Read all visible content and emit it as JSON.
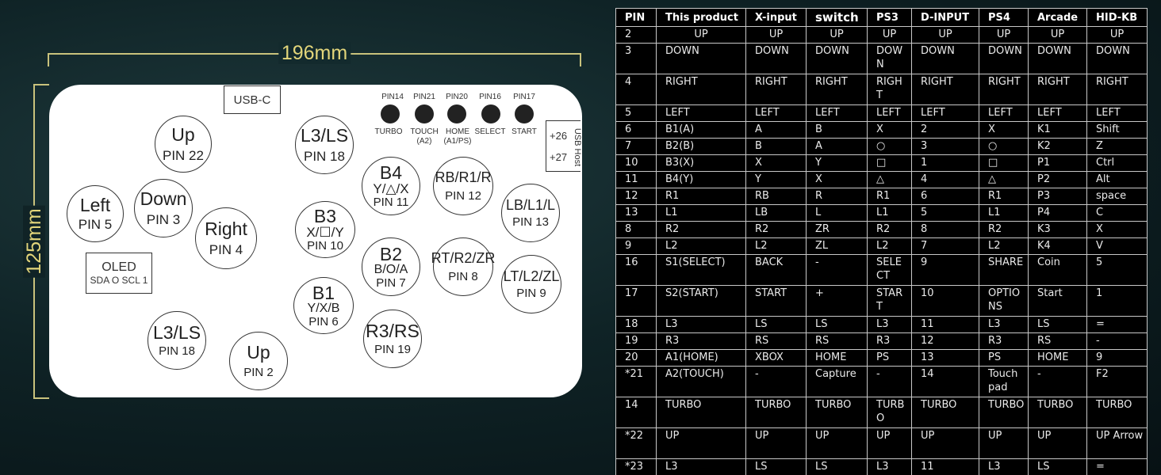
{
  "dimensions": {
    "width": "196mm",
    "height": "125mm"
  },
  "board": {
    "usb_c": "USB-C",
    "usb_host": "USB Host",
    "plus26": "+26",
    "plus27": "+27",
    "oled_title": "OLED",
    "oled_sub": "SDA O SCL 1",
    "top_buttons": [
      {
        "pin": "PIN14",
        "label": "TURBO",
        "sub": ""
      },
      {
        "pin": "PIN21",
        "label": "TOUCH",
        "sub": "(A2)"
      },
      {
        "pin": "PIN20",
        "label": "HOME",
        "sub": "(A1/PS)"
      },
      {
        "pin": "PIN16",
        "label": "SELECT",
        "sub": ""
      },
      {
        "pin": "PIN17",
        "label": "START",
        "sub": ""
      }
    ],
    "buttons": {
      "up_top": {
        "name": "Up",
        "pin": "PIN 22"
      },
      "left": {
        "name": "Left",
        "pin": "PIN 5"
      },
      "down": {
        "name": "Down",
        "pin": "PIN 3"
      },
      "right": {
        "name": "Right",
        "pin": "PIN 4"
      },
      "l3_top": {
        "name": "L3/LS",
        "pin": "PIN 18"
      },
      "b3": {
        "name": "B3",
        "alt": "X/☐/Y",
        "pin": "PIN 10"
      },
      "b1": {
        "name": "B1",
        "alt": "Y/X/B",
        "pin": "PIN 6"
      },
      "b4": {
        "name": "B4",
        "alt": "Y/△/X",
        "pin": "PIN 11"
      },
      "b2": {
        "name": "B2",
        "alt": "B/O/A",
        "pin": "PIN 7"
      },
      "r3": {
        "name": "R3/RS",
        "pin": "PIN 19"
      },
      "rb": {
        "name": "RB/R1/R",
        "pin": "PIN 12"
      },
      "rt": {
        "name": "RT/R2/ZR",
        "pin": "PIN 8"
      },
      "lb": {
        "name": "LB/L1/L",
        "pin": "PIN 13"
      },
      "lt": {
        "name": "LT/L2/ZL",
        "pin": "PIN 9"
      },
      "l3_bottom": {
        "name": "L3/LS",
        "pin": "PIN 18"
      },
      "up_bottom": {
        "name": "Up",
        "pin": "PIN 2"
      }
    }
  },
  "table": {
    "headers": [
      "PIN",
      "This product",
      "X-input",
      "switch",
      "PS3",
      "D-INPUT",
      "PS4",
      "Arcade",
      "HID-KB"
    ],
    "rows": [
      [
        "2",
        "UP",
        "UP",
        "UP",
        "UP",
        "UP",
        "UP",
        "UP",
        "UP"
      ],
      [
        "3",
        "DOWN",
        "DOWN",
        "DOWN",
        "DOWN",
        "DOWN",
        "DOWN",
        "DOWN",
        "DOWN"
      ],
      [
        "4",
        "RIGHT",
        "RIGHT",
        "RIGHT",
        "RIGHT",
        "RIGHT",
        "RIGHT",
        "RIGHT",
        "RIGHT"
      ],
      [
        "5",
        "LEFT",
        "LEFT",
        "LEFT",
        "LEFT",
        "LEFT",
        "LEFT",
        "LEFT",
        "LEFT"
      ],
      [
        "6",
        "B1(A)",
        "A",
        "B",
        "X",
        "2",
        "X",
        "K1",
        "Shift"
      ],
      [
        "7",
        "B2(B)",
        "B",
        "A",
        "○",
        "3",
        "○",
        "K2",
        "Z"
      ],
      [
        "10",
        "B3(X)",
        "X",
        "Y",
        "□",
        "1",
        "□",
        "P1",
        "Ctrl"
      ],
      [
        "11",
        "B4(Y)",
        "Y",
        "X",
        "△",
        "4",
        "△",
        "P2",
        "Alt"
      ],
      [
        "12",
        "R1",
        "RB",
        "R",
        "R1",
        "6",
        "R1",
        "P3",
        "space"
      ],
      [
        "13",
        "L1",
        "LB",
        "L",
        "L1",
        "5",
        "L1",
        "P4",
        "C"
      ],
      [
        "8",
        "R2",
        "R2",
        "ZR",
        "R2",
        "8",
        "R2",
        "K3",
        "X"
      ],
      [
        "9",
        "L2",
        "L2",
        "ZL",
        "L2",
        "7",
        "L2",
        "K4",
        "V"
      ],
      [
        "16",
        "S1(SELECT)",
        "BACK",
        "-",
        "SELECT",
        "9",
        "SHARE",
        "Coin",
        "5"
      ],
      [
        "17",
        "S2(START)",
        "START",
        "+",
        "START",
        "10",
        "OPTIONS",
        "Start",
        "1"
      ],
      [
        "18",
        "L3",
        "LS",
        "LS",
        "L3",
        "11",
        "L3",
        "LS",
        "="
      ],
      [
        "19",
        "R3",
        "RS",
        "RS",
        "R3",
        "12",
        "R3",
        "RS",
        "-"
      ],
      [
        "20",
        "A1(HOME)",
        "XBOX",
        "HOME",
        "PS",
        "13",
        "PS",
        "HOME",
        "9"
      ],
      [
        "*21",
        "A2(TOUCH)",
        "-",
        "Capture",
        "-",
        "14",
        "Touch pad",
        "-",
        "F2"
      ],
      [
        "14",
        "TURBO",
        "TURBO",
        "TURBO",
        "TURBO",
        "TURBO",
        "TURBO",
        "TURBO",
        "TURBO"
      ],
      [
        "*22",
        "UP",
        "UP",
        "UP",
        "UP",
        "UP",
        "UP",
        "UP",
        "UP Arrow"
      ],
      [
        "*23",
        "L3",
        "LS",
        "LS",
        "L3",
        "11",
        "L3",
        "LS",
        "="
      ]
    ]
  }
}
